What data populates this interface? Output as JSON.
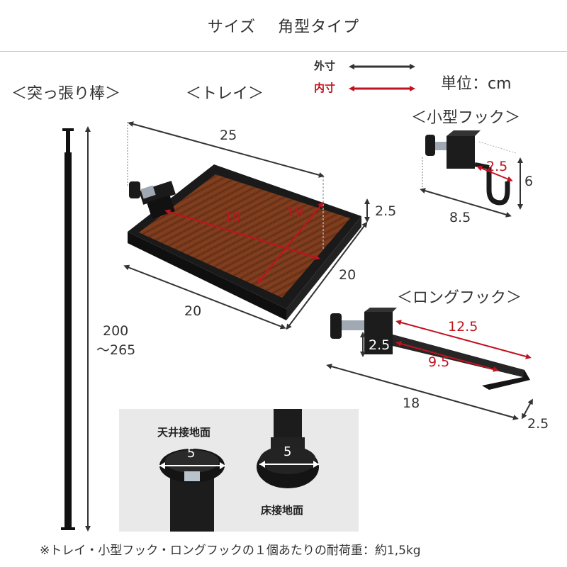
{
  "header": {
    "title": "サイズ　 角型タイプ"
  },
  "legend": {
    "outer_label": "外寸",
    "inner_label": "内寸",
    "outer_color": "#333333",
    "inner_color": "#c1121f"
  },
  "unit_label": "単位：cm",
  "pole": {
    "heading": "＜突っ張り棒＞",
    "height_line1": "200",
    "height_line2": "～265"
  },
  "tray": {
    "heading": "＜トレイ＞",
    "outer_width": "25",
    "outer_depth": "20",
    "outer_front": "20",
    "inner_width": "19",
    "inner_depth": "19",
    "height": "2.5",
    "wood_color": "#7a3a1c"
  },
  "small_hook": {
    "heading": "＜小型フック＞",
    "width": "8.5",
    "height": "6",
    "inner": "2.5"
  },
  "long_hook": {
    "heading": "＜ロングフック＞",
    "outer_length": "12.5",
    "inner_length": "9.5",
    "clamp_gap": "2.5",
    "total_length": "18",
    "end_height": "2.5"
  },
  "contact_detail": {
    "ceiling_label": "天井接地面",
    "floor_label": "床接地面",
    "ceiling_diameter": "5",
    "floor_diameter": "5"
  },
  "footnote": "※トレイ・小型フック・ロングフックの１個あたりの耐荷重：約1,5kg"
}
